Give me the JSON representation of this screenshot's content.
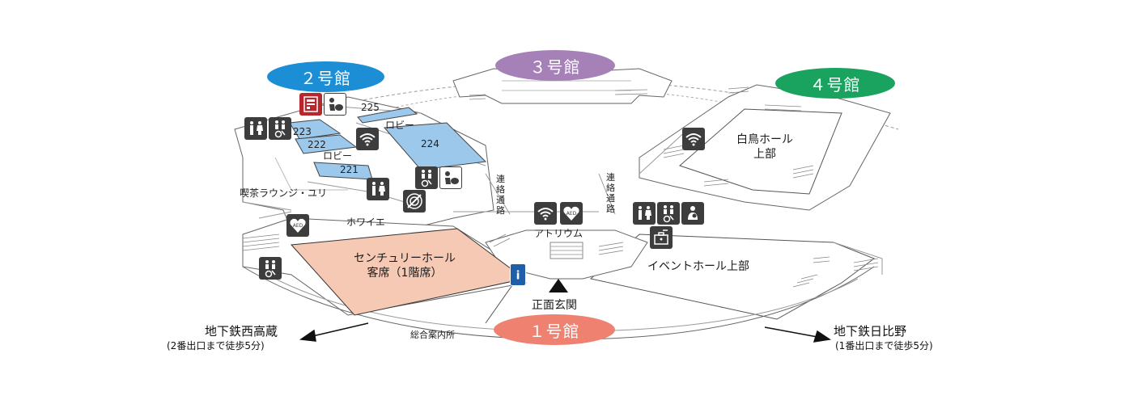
{
  "buildings": {
    "b1": {
      "label": "１号館",
      "color": "#ee8170"
    },
    "b2": {
      "label": "２号館",
      "color": "#1c8ed6"
    },
    "b3": {
      "label": "３号館",
      "color": "#a681b7"
    },
    "b4": {
      "label": "４号館",
      "color": "#1aa35f"
    }
  },
  "rooms": {
    "r225": "225",
    "r224": "224",
    "r223": "223",
    "r222": "222",
    "r221": "221",
    "lobby_upper": "ロビー",
    "lobby_lower": "ロビー",
    "century_hall_line1": "センチュリーホール",
    "century_hall_line2": "客席（1階席）",
    "hakucho_line1": "白鳥ホール",
    "hakucho_line2": "上部",
    "event_hall": "イベントホール上部",
    "atrium": "アトリウム",
    "foyer": "ホワイエ",
    "cafe": "喫茶ラウンジ・ユリ",
    "info": "総合案内所",
    "main_entrance": "正面玄関",
    "corridor_left": "連絡通路",
    "corridor_right": "連絡通路"
  },
  "exits": {
    "left_name": "地下鉄西高蔵",
    "left_note": "(2番出口まで徒歩5分)",
    "right_name": "地下鉄日比野",
    "right_note": "(1番出口まで徒歩5分)"
  },
  "icons": {
    "aed_text": "AED",
    "info_text": "i"
  },
  "colors": {
    "room_blue": "#9cc8ec",
    "century_fill": "#f6c9b5",
    "line": "#555555",
    "icon_dark": "#3d3d3d",
    "info_blue": "#1f5ea8"
  }
}
